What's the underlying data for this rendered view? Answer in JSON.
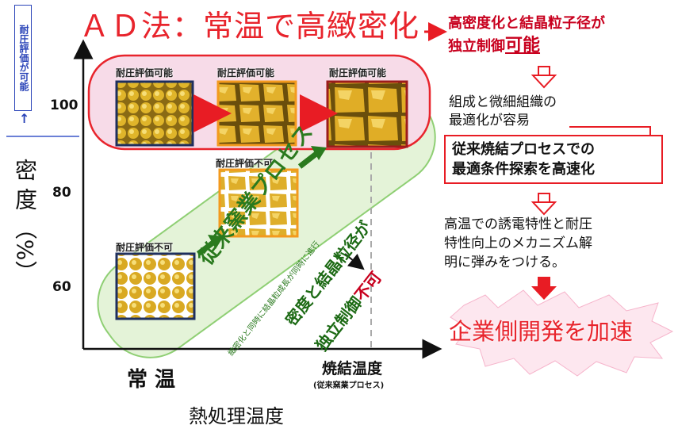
{
  "title": "ＡＤ法：常温で高緻密化",
  "right_steps": {
    "step1_line1": "高密度化と結晶粒子径が",
    "step1_line2_a": "独立制御",
    "step1_line2_b": "可能",
    "step2_line1": "組成と微細組織の",
    "step2_line2": "最適化が容易",
    "step3_line1": "従来焼結プロセスでの",
    "step3_line2": "最適条件探索を高速化",
    "step4_line1": "高温での誘電特性と耐圧",
    "step4_line2": "特性向上のメカニズム解",
    "step4_line3": "明に弾みをつける。",
    "final": "企業側開発を加速"
  },
  "y_axis": {
    "label": "密 度 （%）",
    "ticks": [
      "100",
      "80",
      "60"
    ],
    "side_note": "耐圧評価が可能"
  },
  "x_axis": {
    "label": "熱処理温度",
    "left": "常 温",
    "right": "焼結温度",
    "right_sub": "(従来窯業プロセス)"
  },
  "grain_labels": {
    "g1": "耐圧評価可能",
    "g2": "耐圧評価可能",
    "g3": "耐圧評価可能",
    "g4": "耐圧評価不可",
    "g5": "耐圧評価不可"
  },
  "process": {
    "name": "従来窯業プロセス",
    "sub": "緻密化と同時に結晶粒成長が同時に進行",
    "result_a": "密度と結晶粒径が",
    "result_b_a": "独立制御",
    "result_b_b": "不可"
  },
  "colors": {
    "title_red": "#e8242c",
    "dark_red": "#c8001e",
    "green": "#2a7a1e",
    "pink_band": "#f7dbe8",
    "green_band": "#e4f3d8"
  }
}
